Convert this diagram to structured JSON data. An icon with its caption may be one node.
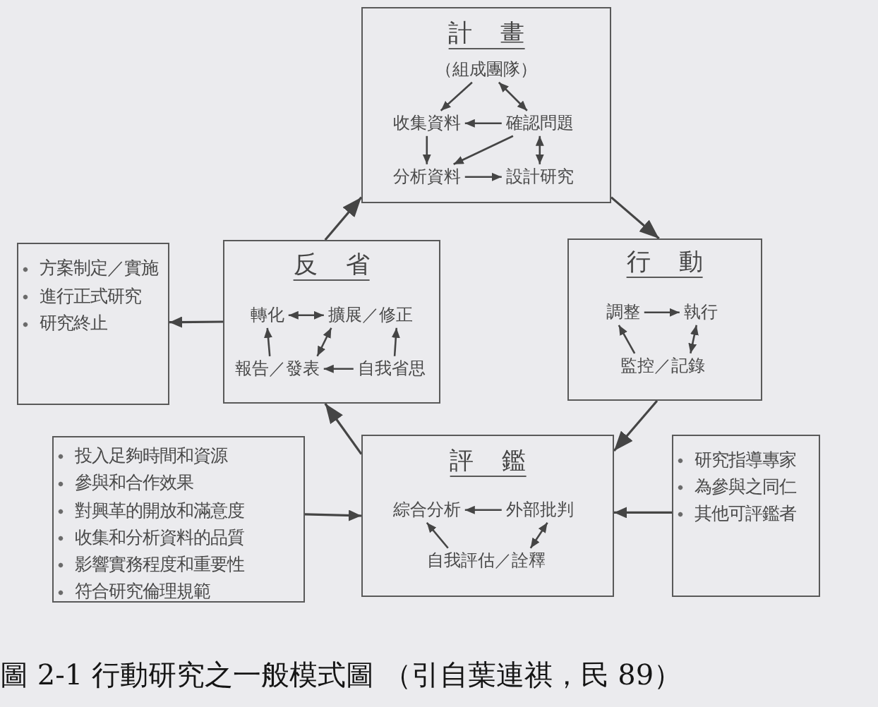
{
  "diagram": {
    "caption": "圖 2-1 行動研究之一般模式圖 （引自葉連祺，民 89）",
    "nodes": [
      {
        "text": [
          "計畫"
        ]
      },
      {
        "text": [
          "（組成團隊）"
        ],
        "in": 0
      },
      {
        "text": [
          "收集資料"
        ],
        "in": 0
      },
      {
        "text": [
          "確認問題"
        ],
        "in": 0
      },
      {
        "text": [
          "分析資料"
        ],
        "in": 0
      },
      {
        "text": [
          "設計研究"
        ],
        "in": 0
      },
      {
        "text": [
          "方案制定／實施",
          "進行正式研究",
          "研究終止"
        ]
      },
      {
        "text": [
          "反省"
        ]
      },
      {
        "text": [
          "轉化"
        ],
        "in": 7
      },
      {
        "text": [
          "擴展／修正"
        ],
        "in": 7
      },
      {
        "text": [
          "報告／發表"
        ],
        "in": 7
      },
      {
        "text": [
          "自我省思"
        ],
        "in": 7
      },
      {
        "text": [
          "行動"
        ]
      },
      {
        "text": [
          "調整"
        ],
        "in": 12
      },
      {
        "text": [
          "執行"
        ],
        "in": 12
      },
      {
        "text": [
          "監控／記錄"
        ],
        "in": 12
      },
      {
        "text": [
          "投入足夠時間和資源",
          "參與和合作效果",
          "對興革的開放和滿意度",
          "收集和分析資料的品質",
          "影響實務程度和重要性",
          "符合研究倫理規範"
        ]
      },
      {
        "text": [
          "評鑑"
        ]
      },
      {
        "text": [
          "綜合分析"
        ],
        "in": 17
      },
      {
        "text": [
          "外部批判"
        ],
        "in": 17
      },
      {
        "text": [
          "自我評估／詮釋"
        ],
        "in": 17
      },
      {
        "text": [
          "研究指導專家",
          "為參與之同仁",
          "其他可評鑑者"
        ]
      }
    ],
    "edges": [
      {
        "from": 1,
        "to": 2,
        "arrow": "to"
      },
      {
        "from": 1,
        "to": 3,
        "arrow": "both"
      },
      {
        "from": 3,
        "to": 2,
        "arrow": "to"
      },
      {
        "from": 3,
        "to": 4,
        "arrow": "to"
      },
      {
        "from": 2,
        "to": 4,
        "arrow": "to"
      },
      {
        "from": 3,
        "to": 5,
        "arrow": "both"
      },
      {
        "from": 4,
        "to": 5,
        "arrow": "to"
      },
      {
        "from": 0,
        "to": 12,
        "arrow": "to"
      },
      {
        "from": 13,
        "to": 14,
        "arrow": "to"
      },
      {
        "from": 15,
        "to": 13,
        "arrow": "to"
      },
      {
        "from": 14,
        "to": 15,
        "arrow": "both"
      },
      {
        "from": 12,
        "to": 17,
        "arrow": "to"
      },
      {
        "from": 19,
        "to": 18,
        "arrow": "to"
      },
      {
        "from": 20,
        "to": 18,
        "arrow": "to"
      },
      {
        "from": 19,
        "to": 20,
        "arrow": "both"
      },
      {
        "from": 17,
        "to": 7,
        "arrow": "to"
      },
      {
        "from": 8,
        "to": 9,
        "arrow": "both"
      },
      {
        "from": 10,
        "to": 8,
        "arrow": "to"
      },
      {
        "from": 9,
        "to": 10,
        "arrow": "both"
      },
      {
        "from": 11,
        "to": 9,
        "arrow": "to"
      },
      {
        "from": 11,
        "to": 10,
        "arrow": "to"
      },
      {
        "from": 7,
        "to": 0,
        "arrow": "to"
      },
      {
        "from": 7,
        "to": 6,
        "arrow": "to"
      },
      {
        "from": 16,
        "to": 17,
        "arrow": "to"
      },
      {
        "from": 21,
        "to": 17,
        "arrow": "to"
      }
    ]
  }
}
